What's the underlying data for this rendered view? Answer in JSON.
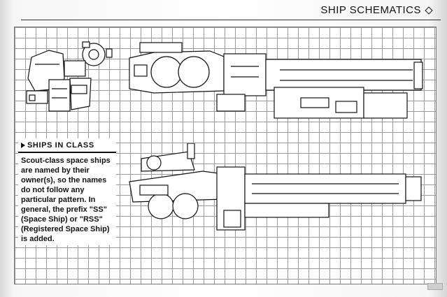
{
  "header": {
    "title": "SHIP SCHEMATICS",
    "icon": "diamond-icon"
  },
  "sidebar": {
    "heading": "SHIPS IN CLASS",
    "heading_icon": "triangle-icon",
    "body": "Scout-class space ships are named by their owner(s), so the names do not follow any particular pattern. In general, the prefix \"SS\" (Space Ship) or \"RSS\" (Registered Space Ship) is added."
  }
}
